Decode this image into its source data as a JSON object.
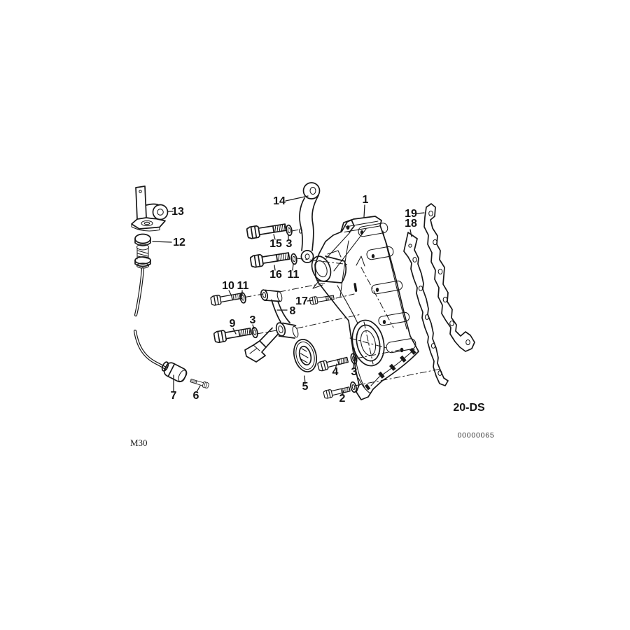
{
  "diagram": {
    "group_code": "20-DS",
    "drawing_number": "00000065",
    "model_code": "M30"
  },
  "parts": {
    "1": "1",
    "2": "2",
    "3": "3",
    "4": "4",
    "5": "5",
    "6": "6",
    "7": "7",
    "8": "8",
    "9": "9",
    "10": "10",
    "11": "11",
    "12": "12",
    "13": "13",
    "14": "14",
    "15": "15",
    "16": "16",
    "17": "17",
    "18": "18",
    "19": "19"
  }
}
